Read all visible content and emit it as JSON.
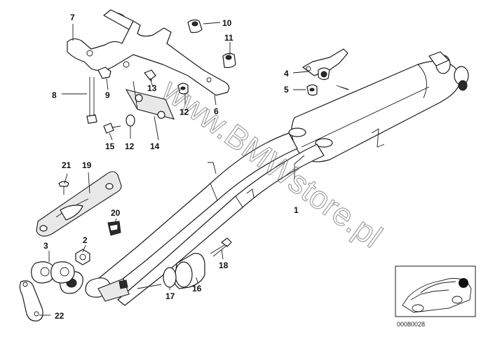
{
  "watermark": "www.BMWstore.pl",
  "diagram_code": "00080028",
  "callouts": {
    "c1": "1",
    "c2": "2",
    "c3": "3",
    "c4": "4",
    "c5": "5",
    "c6": "6",
    "c7": "7",
    "c8": "8",
    "c9": "9",
    "c10": "10",
    "c11": "11",
    "c12a": "12",
    "c12b": "12",
    "c13": "13",
    "c14": "14",
    "c15": "15",
    "c16": "16",
    "c17": "17",
    "c18": "18",
    "c19": "19",
    "c20": "20",
    "c21": "21",
    "c22": "22"
  }
}
